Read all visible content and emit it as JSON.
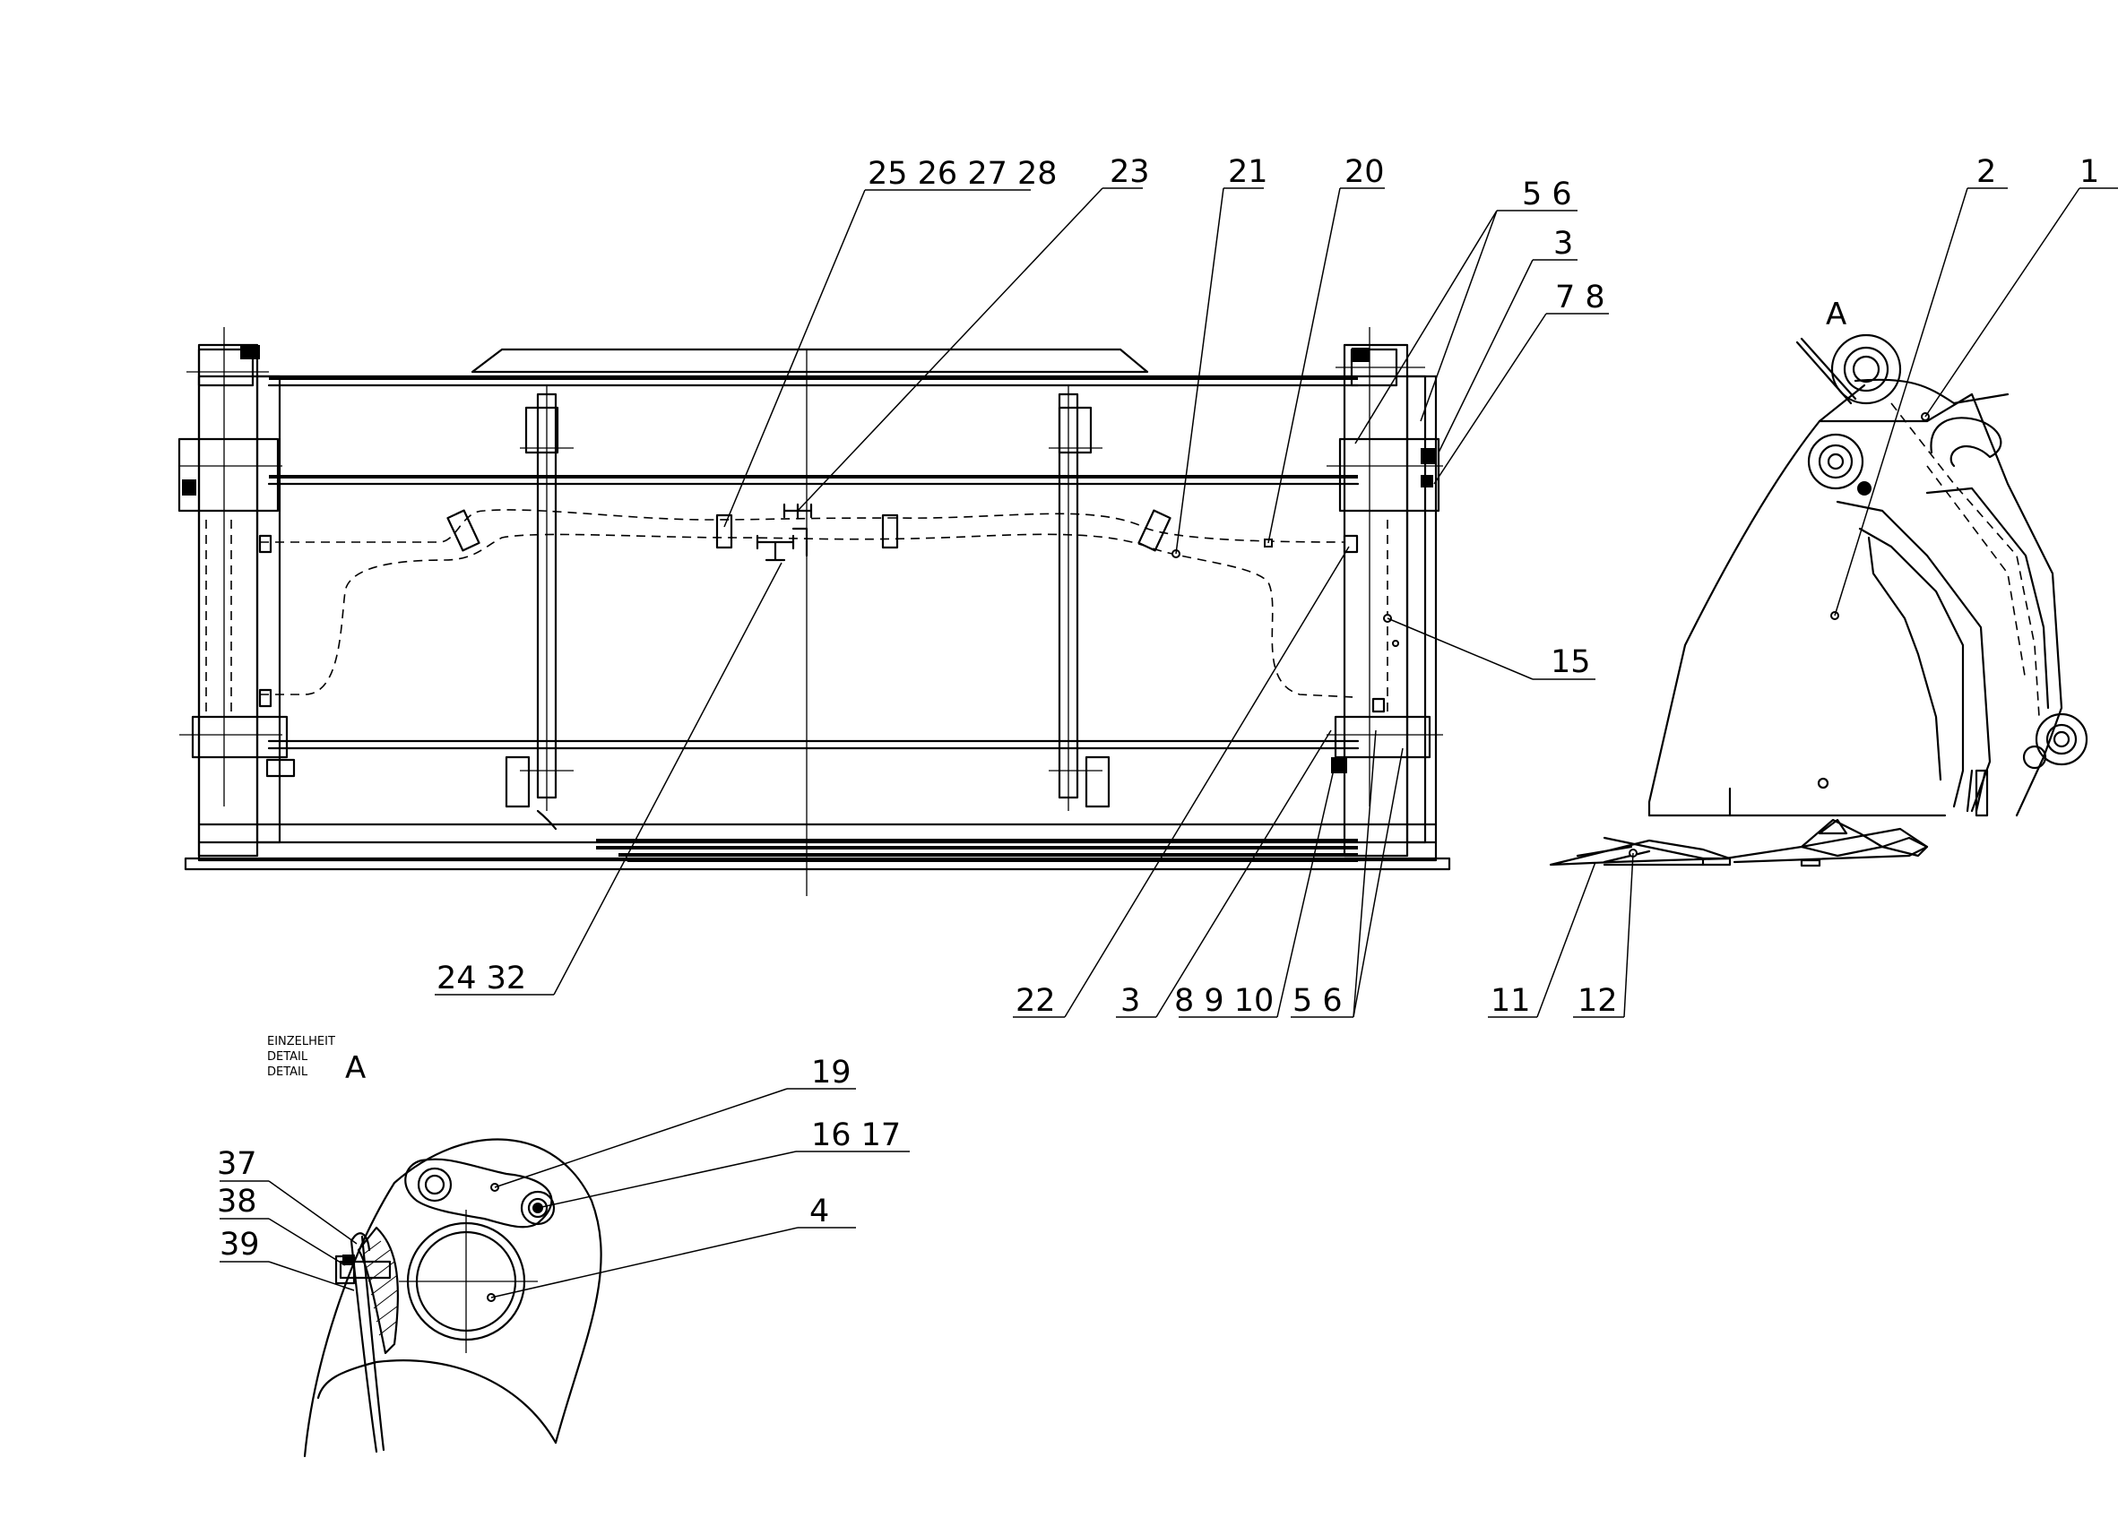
{
  "detail": {
    "line1": "EINZELHEIT",
    "line2": "DETAIL",
    "line3": "DETAIL",
    "letter": "A"
  },
  "side_view_marker": "A",
  "callouts": {
    "c1": "1",
    "c2": "2",
    "c3a": "3",
    "c78": "7  8",
    "c56a": "5  6",
    "c20": "20",
    "c21": "21",
    "c23": "23",
    "c25": "25 26 27 28",
    "c15": "15",
    "c24": "24   32",
    "c22": "22",
    "c3b": "3",
    "c8910": "8  9 10",
    "c56b": "5  6",
    "c11": "11",
    "c12": "12",
    "c19": "19",
    "c1617": "16  17",
    "c4": "4",
    "c37": "37",
    "c38": "38",
    "c39": "39"
  }
}
